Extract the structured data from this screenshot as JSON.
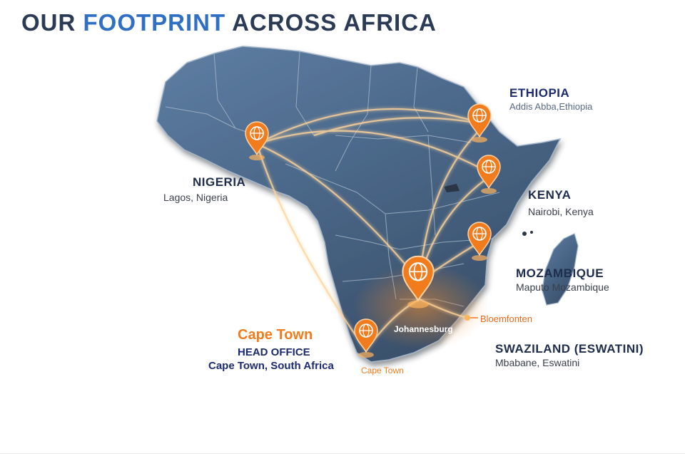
{
  "header": {
    "title_prefix": "OUR ",
    "title_accent": "FOOTPRINT",
    "title_suffix": " ACROSS AFRICA"
  },
  "colors": {
    "title": "#2b3a55",
    "accent": "#2f6fc4",
    "marker_orange": "#f07c1e",
    "country_dark": "#1f2d4d",
    "map_land": "#4d6a8c"
  },
  "icons": {
    "marker": "globe-pin-icon"
  },
  "locations": {
    "ethiopia": {
      "country": "ETHIOPIA",
      "city": "Addis Abba,Ethiopia"
    },
    "nigeria": {
      "country": "NIGERIA",
      "city": "Lagos, Nigeria"
    },
    "kenya": {
      "country": "KENYA",
      "city": "Nairobi, Kenya"
    },
    "mozambique": {
      "country": "MOZAMBIQUE",
      "city": "Maputo Mozambique"
    },
    "eswatini": {
      "country": "SWAZILAND (ESWATINI)",
      "city": "Mbabane, Eswatini"
    },
    "head_office": {
      "city": "Cape Town",
      "title": "HEAD OFFICE",
      "subtitle": "Cape Town, South Africa"
    }
  },
  "map_labels": {
    "johannesburg": "Johannesburg",
    "bloemfontein": "Bloemfonten",
    "cape_town": "Cape Town"
  }
}
